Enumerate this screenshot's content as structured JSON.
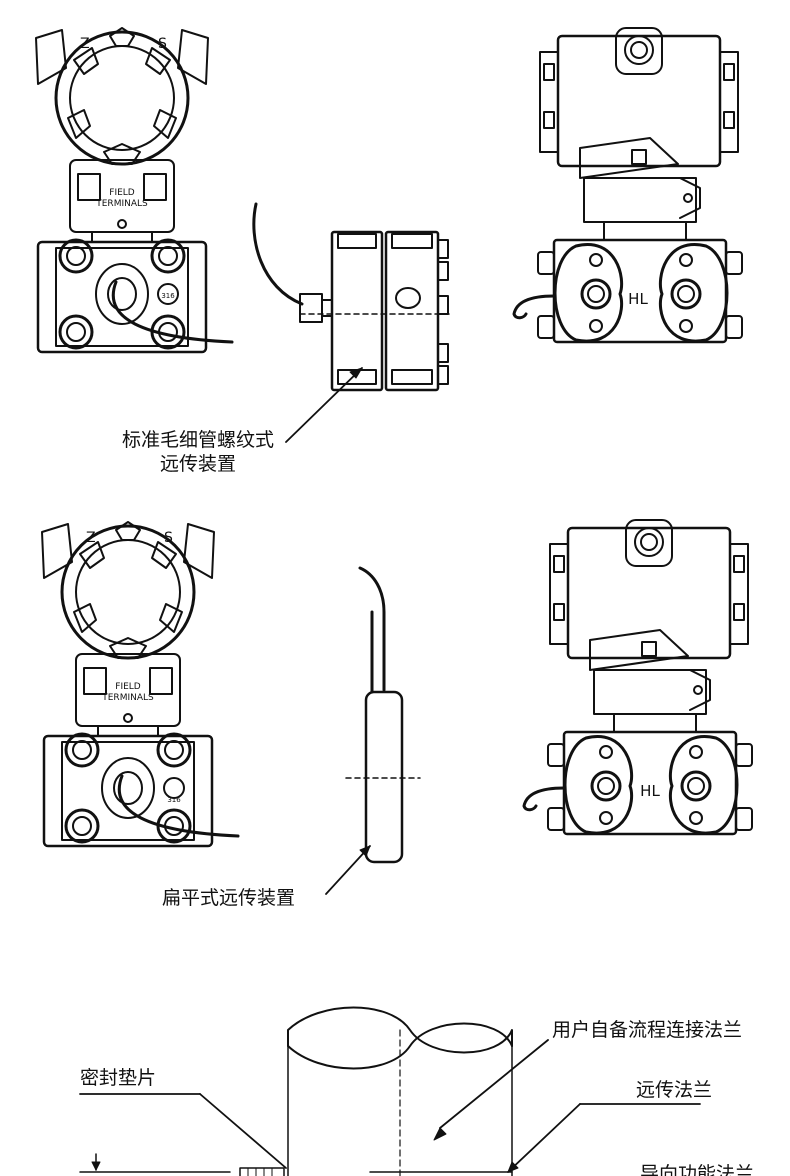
{
  "panels": {
    "capillary": {
      "label_line1": "标准毛细管螺纹式",
      "label_line2": "远传装置"
    },
    "flat": {
      "label": "扁平式远传装置"
    },
    "install": {
      "user_flange_label": "用户自备流程连接法兰",
      "seal_gasket_label": "密封垫片",
      "remote_flange_label": "远传法兰",
      "cut_off_label": "导向功能法兰"
    }
  },
  "transmitter": {
    "cover_mark_left": "Z",
    "cover_mark_right": "S",
    "terminals_line1": "FIELD",
    "terminals_line2": "TERMINALS",
    "material_badge": "316",
    "side_mark": "HL"
  }
}
